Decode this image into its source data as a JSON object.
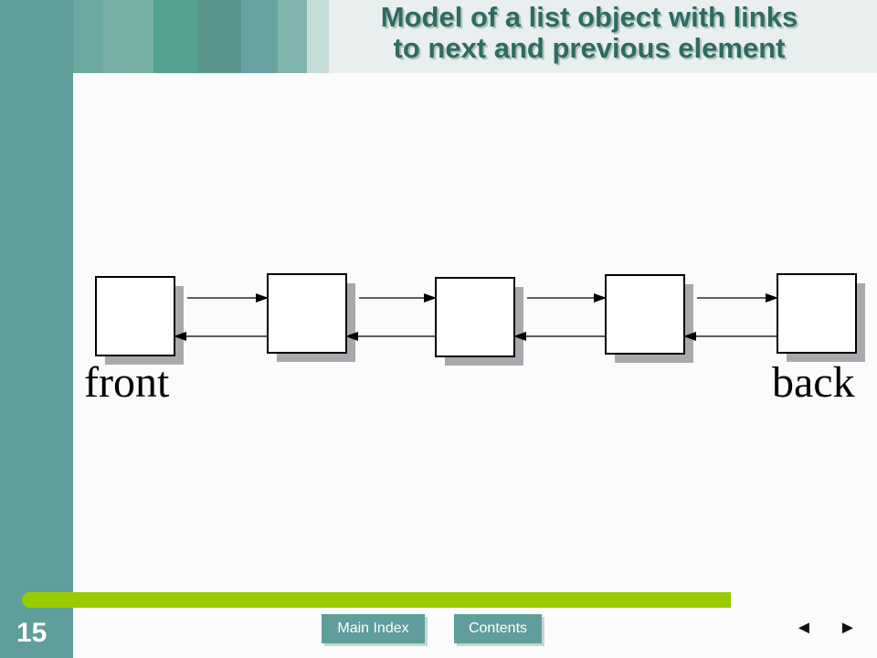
{
  "slide": {
    "title_line1": "Model of a list object with links",
    "title_line2": "to next and previous element",
    "page_number": "15"
  },
  "diagram": {
    "nodes": 5,
    "links": "next and previous",
    "front_label": "front",
    "back_label": "back"
  },
  "navigation": {
    "main_index_label": "Main Index",
    "contents_label": "Contents",
    "prev_glyph": "◄",
    "next_glyph": "►"
  },
  "colors": {
    "sidebar": "#5f9e9a",
    "title_text": "#2e6b62",
    "accent_bar": "#99cc00",
    "node_shadow": "#a9a9ad"
  }
}
